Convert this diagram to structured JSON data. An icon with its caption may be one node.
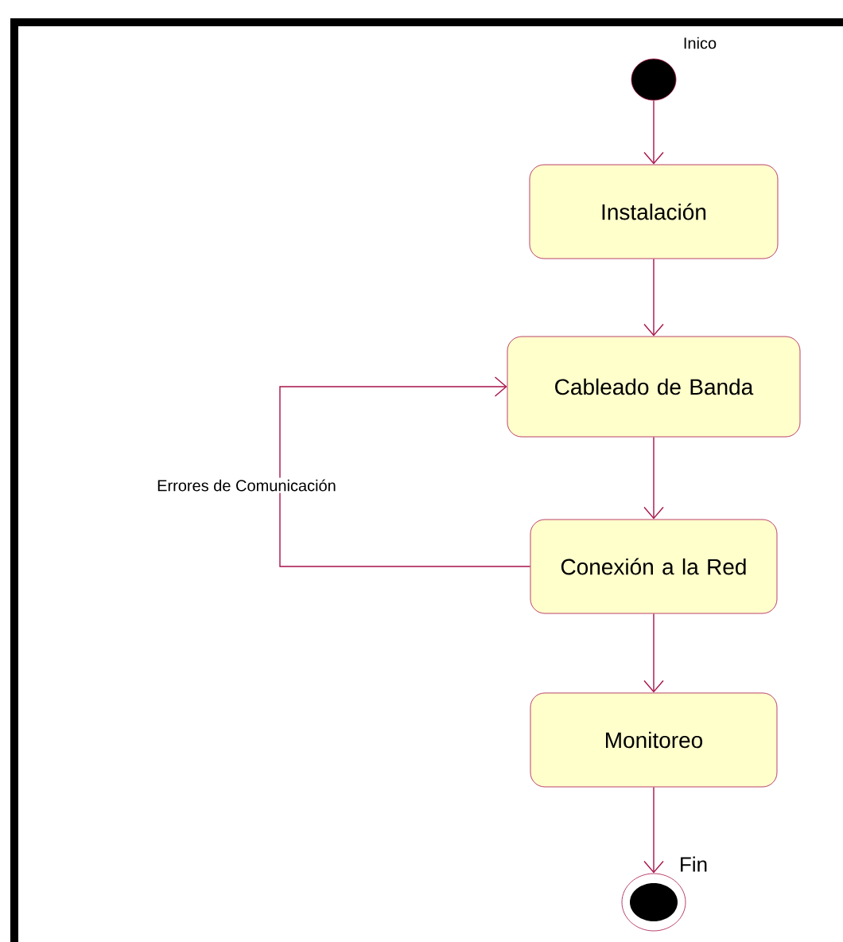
{
  "diagram": {
    "nodes": [
      {
        "text": [],
        "shape": "circle",
        "beside": [
          "Inico"
        ]
      },
      {
        "text": [
          "Instalación"
        ]
      },
      {
        "text": [
          "Cableado de Banda"
        ]
      },
      {
        "text": [
          "Conexión a la Red"
        ]
      },
      {
        "text": [
          "Monitoreo"
        ]
      },
      {
        "text": [],
        "shape": "circle",
        "beside": [
          "Fin"
        ]
      }
    ],
    "edges": [
      {
        "from": 0,
        "to": 1,
        "arrow": "to"
      },
      {
        "from": 1,
        "to": 2,
        "arrow": "to"
      },
      {
        "from": 2,
        "to": 3,
        "arrow": "to"
      },
      {
        "from": 3,
        "to": 2,
        "arrow": "to",
        "label": "Errores de Comunicación"
      },
      {
        "from": 3,
        "to": 4,
        "arrow": "to"
      },
      {
        "from": 4,
        "to": 5,
        "arrow": "to"
      }
    ]
  }
}
